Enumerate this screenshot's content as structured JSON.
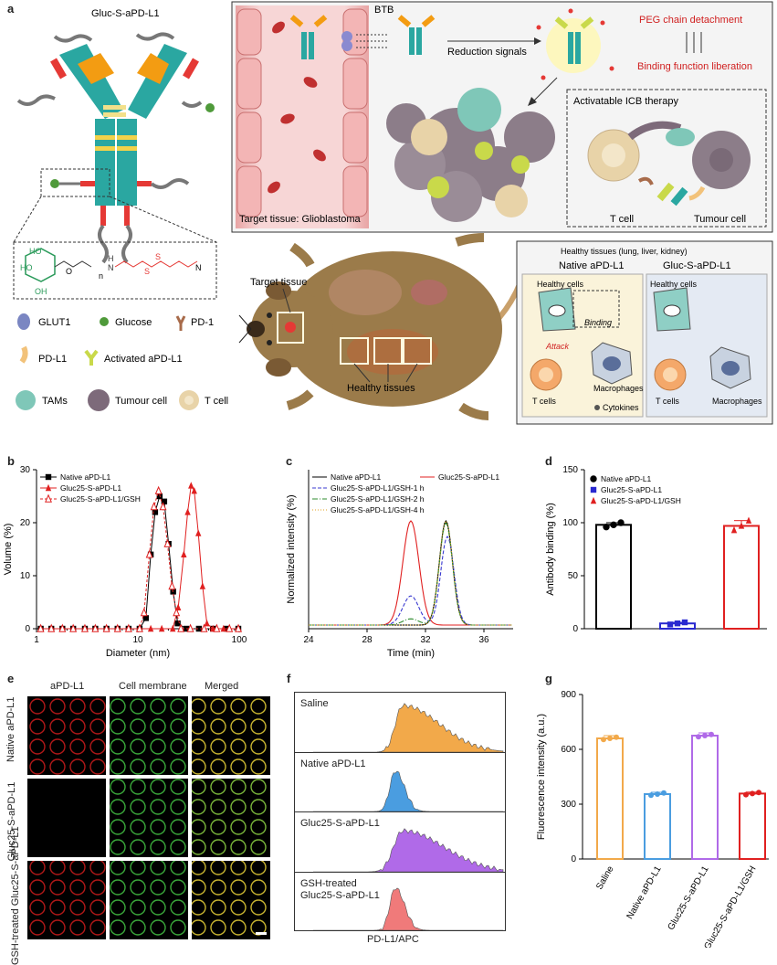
{
  "panels": {
    "a": "a",
    "b": "b",
    "c": "c",
    "d": "d",
    "e": "e",
    "f": "f",
    "g": "g"
  },
  "schematic": {
    "molecule_title": "Gluc-S-aPD-L1",
    "btb": "BTB",
    "reduction": "Reduction signals",
    "peg_detach": "PEG chain detachment",
    "binding_lib": "Binding function liberation",
    "icb_title": "Activatable ICB therapy",
    "tcell": "T cell",
    "tumour_cell": "Tumour cell",
    "target_tissue_gbm": "Target tissue: Glioblastoma",
    "target_tissue": "Target tissue",
    "healthy_tissues": "Healthy tissues",
    "healthy_header": "Healthy tissues (lung, liver, kidney)",
    "native": "Native aPD-L1",
    "gluc": "Gluc-S-aPD-L1",
    "healthy_cells": "Healthy cells",
    "binding": "Binding",
    "attack": "Attack",
    "tcells": "T cells",
    "macrophages": "Macrophages",
    "cytokines": "Cytokines",
    "chem_n": "n",
    "chem_ho1": "HO",
    "chem_ho2": "HO",
    "chem_oh": "OH",
    "chem_o": "O",
    "chem_h": "H",
    "chem_n2": "N",
    "chem_s": "S"
  },
  "legend": [
    {
      "name": "GLUT1",
      "color": "#7a86c2"
    },
    {
      "name": "Glucose",
      "color": "#4f9a3a"
    },
    {
      "name": "PD-1",
      "color": "#a86b4a"
    },
    {
      "name": "PD-L1",
      "color": "#f2c27a"
    },
    {
      "name": "Activated aPD-L1",
      "color": "#c9d94a"
    },
    {
      "name": "TAMs",
      "color": "#7fc7b8"
    },
    {
      "name": "Tumour cell",
      "color": "#7d6a7a"
    },
    {
      "name": "T cell",
      "color": "#e8d3a8"
    }
  ],
  "chart_b": {
    "type": "line",
    "xlabel": "Diameter (nm)",
    "ylabel": "Volume (%)",
    "xscale": "log",
    "xlim": [
      1,
      100
    ],
    "ylim": [
      0,
      30
    ],
    "xticks": [
      "1",
      "10",
      "100"
    ],
    "yticks": [
      "0",
      "10",
      "20",
      "30"
    ],
    "series": [
      {
        "name": "Native aPD-L1",
        "color": "#000000",
        "marker": "square",
        "x": [
          1.1,
          1.4,
          1.8,
          2.3,
          3.0,
          3.8,
          4.9,
          6.3,
          8.1,
          10.4,
          12.0,
          13.4,
          14.8,
          16.4,
          18.2,
          20.1,
          22.3,
          24.7,
          30,
          40,
          55,
          75,
          98
        ],
        "y": [
          0,
          0,
          0,
          0,
          0,
          0,
          0,
          0,
          0,
          0,
          2,
          14,
          22,
          25,
          24,
          16,
          7,
          1,
          0,
          0,
          0,
          0,
          0
        ]
      },
      {
        "name": "Gluc25-S-aPD-L1",
        "color": "#e02020",
        "marker": "triangle",
        "x": [
          1.1,
          1.4,
          1.8,
          2.3,
          3.0,
          3.8,
          4.9,
          6.3,
          8.1,
          10.4,
          13.4,
          17.2,
          22.1,
          25.0,
          28.4,
          31.0,
          33.5,
          36.0,
          39.5,
          43.5,
          48,
          55,
          70,
          98
        ],
        "y": [
          0,
          0,
          0,
          0,
          0,
          0,
          0,
          0,
          0,
          0,
          0,
          0,
          0,
          4,
          14,
          22,
          27,
          26,
          18,
          8,
          1,
          0,
          0,
          0
        ]
      },
      {
        "name": "Gluc25-S-aPD-L1/GSH",
        "color": "#e02020",
        "marker": "triangle-open",
        "dash": true,
        "x": [
          1.1,
          1.4,
          1.8,
          2.3,
          3.0,
          3.8,
          4.9,
          6.3,
          8.1,
          10.4,
          11.5,
          13.0,
          14.4,
          16.0,
          17.7,
          19.6,
          21.7,
          24.0,
          26.6,
          33,
          45,
          60,
          80,
          98
        ],
        "y": [
          0,
          0,
          0,
          0,
          0,
          0,
          0,
          0,
          0,
          0,
          3,
          14,
          23,
          26,
          23,
          16,
          8,
          3,
          0,
          0,
          0,
          0,
          0,
          0
        ]
      }
    ]
  },
  "chart_c": {
    "type": "line",
    "xlabel": "Time (min)",
    "ylabel": "Normalized intensity (%)",
    "xlim": [
      24,
      38
    ],
    "xticks": [
      "24",
      "28",
      "32",
      "36"
    ],
    "series": [
      {
        "name": "Native aPD-L1",
        "color": "#000000",
        "center": 33.4,
        "width": 0.45,
        "height": 1.0
      },
      {
        "name": "Gluc25-S-aPD-L1",
        "color": "#e02020",
        "center": 31.0,
        "width": 0.55,
        "height": 1.0
      },
      {
        "name": "Gluc25-S-aPD-L1/GSH-1 h",
        "color": "#3a3ad0",
        "dash": "4,2",
        "peaks": [
          [
            31.0,
            0.28,
            0.55
          ],
          [
            33.5,
            0.85,
            0.45
          ]
        ]
      },
      {
        "name": "Gluc25-S-aPD-L1/GSH-2 h",
        "color": "#2e8b2e",
        "dash": "6,2,1,2",
        "peaks": [
          [
            31.0,
            0.06,
            0.55
          ],
          [
            33.4,
            0.98,
            0.45
          ]
        ]
      },
      {
        "name": "Gluc25-S-aPD-L1/GSH-4 h",
        "color": "#e0a020",
        "dash": "1,2",
        "peaks": [
          [
            33.4,
            1.0,
            0.45
          ]
        ]
      }
    ]
  },
  "chart_d": {
    "type": "bar",
    "ylabel": "Antibody binding (%)",
    "ylim": [
      0,
      150
    ],
    "yticks": [
      "0",
      "50",
      "100",
      "150"
    ],
    "series": [
      {
        "name": "Native aPD-L1",
        "color": "#000000",
        "marker": "circle",
        "value": 98,
        "error": 2,
        "points": [
          96,
          98,
          100
        ]
      },
      {
        "name": "Gluc25-S-aPD-L1",
        "color": "#2828d0",
        "marker": "square",
        "value": 5,
        "error": 1,
        "points": [
          4,
          5,
          6
        ]
      },
      {
        "name": "Gluc25-S-aPD-L1/GSH",
        "color": "#e02020",
        "marker": "triangle",
        "value": 97,
        "error": 5,
        "points": [
          93,
          97,
          102
        ]
      }
    ]
  },
  "panel_e": {
    "columns": [
      "aPD-L1",
      "Cell membrane",
      "Merged"
    ],
    "rows": [
      "Native aPD-L1",
      "Gluc25-S-aPD-L1",
      "GSH-treated Gluc25-S-aPD-L1"
    ]
  },
  "panel_f": {
    "xlabel": "PD-L1/APC",
    "rows": [
      {
        "label": "Saline",
        "color": "#f2a94a"
      },
      {
        "label": "Native aPD-L1",
        "color": "#4a9de0"
      },
      {
        "label": "Gluc25-S-aPD-L1",
        "color": "#b06ae8"
      },
      {
        "label": "GSH-treated Gluc25-S-aPD-L1",
        "label2": "Gluc25-S-aPD-L1",
        "label1": "GSH-treated",
        "color": "#f07a7a"
      }
    ]
  },
  "chart_g": {
    "type": "bar",
    "ylabel": "Fluorescence intensity (a.u.)",
    "ylim": [
      0,
      900
    ],
    "yticks": [
      "0",
      "300",
      "600",
      "900"
    ],
    "categories": [
      "Saline",
      "Native aPD-L1",
      "Gluc25-S-aPD-L1",
      "Gluc25-S-aPD-L1/GSH"
    ],
    "values": [
      660,
      355,
      675,
      358
    ],
    "errors": [
      15,
      10,
      15,
      8
    ],
    "colors": [
      "#f2a94a",
      "#4a9de0",
      "#b06ae8",
      "#e02020"
    ]
  }
}
